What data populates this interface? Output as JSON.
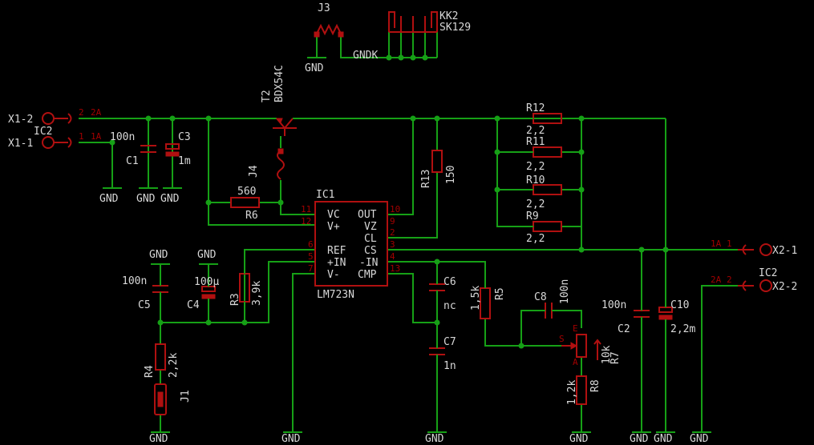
{
  "components": {
    "J3": "J3",
    "KK2": "KK2",
    "KK2_value": "SK129",
    "GNDK": "GNDK",
    "T2": "T2",
    "T2_value": "BDX54C",
    "X1_2": "X1-2",
    "X1_1": "X1-1",
    "IC2_left": "IC2",
    "pin_2": "2",
    "pin_2A": "2A",
    "pin_1": "1",
    "pin_1A": "1A",
    "C1": "C1",
    "C1_value": "100n",
    "C3": "C3",
    "C3_value": "1m",
    "J4": "J4",
    "R6": "R6",
    "R6_value": "560",
    "IC1": "IC1",
    "IC1_value": "LM723N",
    "R13": "R13",
    "R13_value": "150",
    "R12": "R12",
    "R12_value": "2,2",
    "R11": "R11",
    "R11_value": "2,2",
    "R10": "R10",
    "R10_value": "2,2",
    "R9": "R9",
    "R9_value": "2,2",
    "C5": "C5",
    "C5_value": "100n",
    "C4": "C4",
    "C4_value": "100µ",
    "R3": "R3",
    "R3_value": "3,9k",
    "R4": "R4",
    "R4_value": "2,2k",
    "J1": "J1",
    "C6": "C6",
    "C6_value": "nc",
    "C7": "C7",
    "C7_value": "1n",
    "R5": "R5",
    "R5_value": "1,5k",
    "C8": "C8",
    "C8_value": "100n",
    "R7": "R7",
    "R7_value": "10k",
    "R8": "R8",
    "R8_value": "1,2k",
    "C2": "C2",
    "C2_value": "100n",
    "C10": "C10",
    "C10_value": "2,2m",
    "X2_1": "X2-1",
    "X2_2": "X2-2",
    "IC2_right": "IC2",
    "pin_R1A": "1A",
    "pin_R1": "1",
    "pin_R2A": "2A",
    "pin_R2": "2",
    "pot_E": "E",
    "pot_S": "S",
    "pot_A": "A"
  },
  "gnd": "GND",
  "ic1_pins": {
    "left": [
      {
        "num": "11",
        "name": "VC"
      },
      {
        "num": "12",
        "name": "V+"
      },
      {
        "num": "6",
        "name": "REF"
      },
      {
        "num": "5",
        "name": "+IN"
      },
      {
        "num": "7",
        "name": "V-"
      }
    ],
    "right": [
      {
        "num": "10",
        "name": "OUT"
      },
      {
        "num": "9",
        "name": "VZ"
      },
      {
        "num": "2",
        "name": "CL"
      },
      {
        "num": "3",
        "name": "CS"
      },
      {
        "num": "4",
        "name": "-IN"
      },
      {
        "num": "13",
        "name": "CMP"
      }
    ]
  },
  "colors": {
    "wire": "#16a016",
    "part": "#b01010",
    "text": "#d8d8d8",
    "background": "#000000"
  }
}
